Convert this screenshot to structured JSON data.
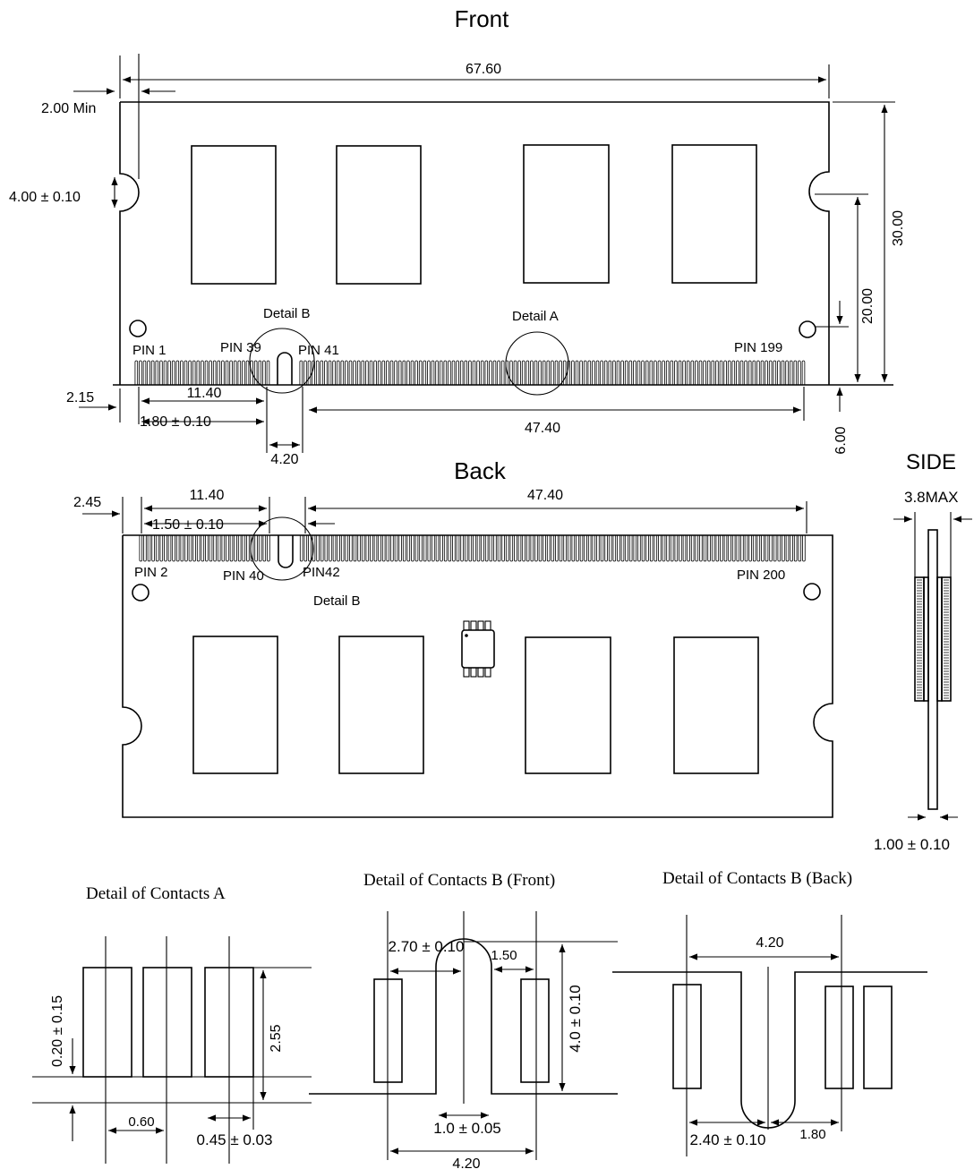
{
  "headings": {
    "front": "Front",
    "back": "Back",
    "side": "SIDE"
  },
  "front": {
    "dims": {
      "width": "67.60",
      "min_offset": "2.00 Min",
      "hole": "4.00 ± 0.10",
      "height": "30.00",
      "notch_height": "20.00",
      "edge": "2.15",
      "key_dist": "11.40",
      "key_offset": "1.80 ± 0.10",
      "main_span": "47.40",
      "key_width": "4.20",
      "contact_height": "6.00"
    },
    "labels": {
      "detail_b": "Detail B",
      "detail_a": "Detail A",
      "pin1": "PIN 1",
      "pin39": "PIN 39",
      "pin41": "PIN 41",
      "pin199": "PIN 199"
    }
  },
  "back": {
    "dims": {
      "edge": "2.45",
      "key_dist": "11.40",
      "key_offset": "1.50 ± 0.10",
      "main_span": "47.40"
    },
    "labels": {
      "pin2": "PIN 2",
      "pin40": "PIN 40",
      "pin42": "PIN42",
      "pin200": "PIN 200",
      "detail_b": "Detail B"
    }
  },
  "side": {
    "max": "3.8MAX",
    "thickness": "1.00 ± 0.10"
  },
  "detail_a": {
    "title": "Detail of Contacts A",
    "d1": "0.20 ± 0.15",
    "d2": "2.55",
    "d3": "0.60",
    "d4": "0.45 ± 0.03"
  },
  "detail_b_front": {
    "title": "Detail of Contacts B (Front)",
    "d1": "2.70 ± 0.10",
    "d2": "1.50",
    "d3": "4.0 ± 0.10",
    "d4": "1.0 ± 0.05",
    "d5": "4.20"
  },
  "detail_b_back": {
    "title": "Detail of Contacts B (Back)",
    "d1": "4.20",
    "d2": "2.40 ± 0.10",
    "d3": "1.80"
  }
}
